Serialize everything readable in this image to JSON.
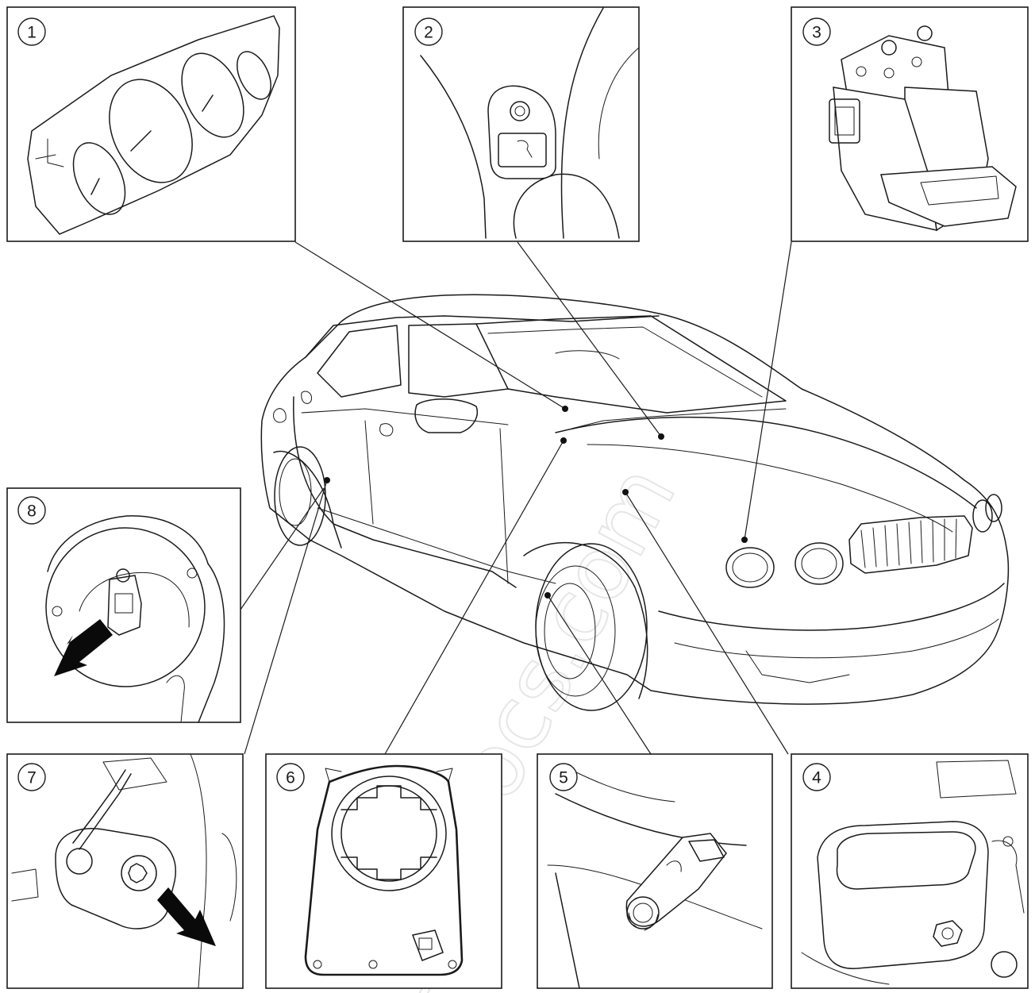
{
  "diagram": {
    "callouts": [
      "1",
      "2",
      "3",
      "4",
      "5",
      "6",
      "7",
      "8"
    ],
    "watermark": "JagDocs.com",
    "colors": {
      "line": "#1a1a1a",
      "background": "#ffffff",
      "watermark": "#e6e6e6"
    }
  }
}
